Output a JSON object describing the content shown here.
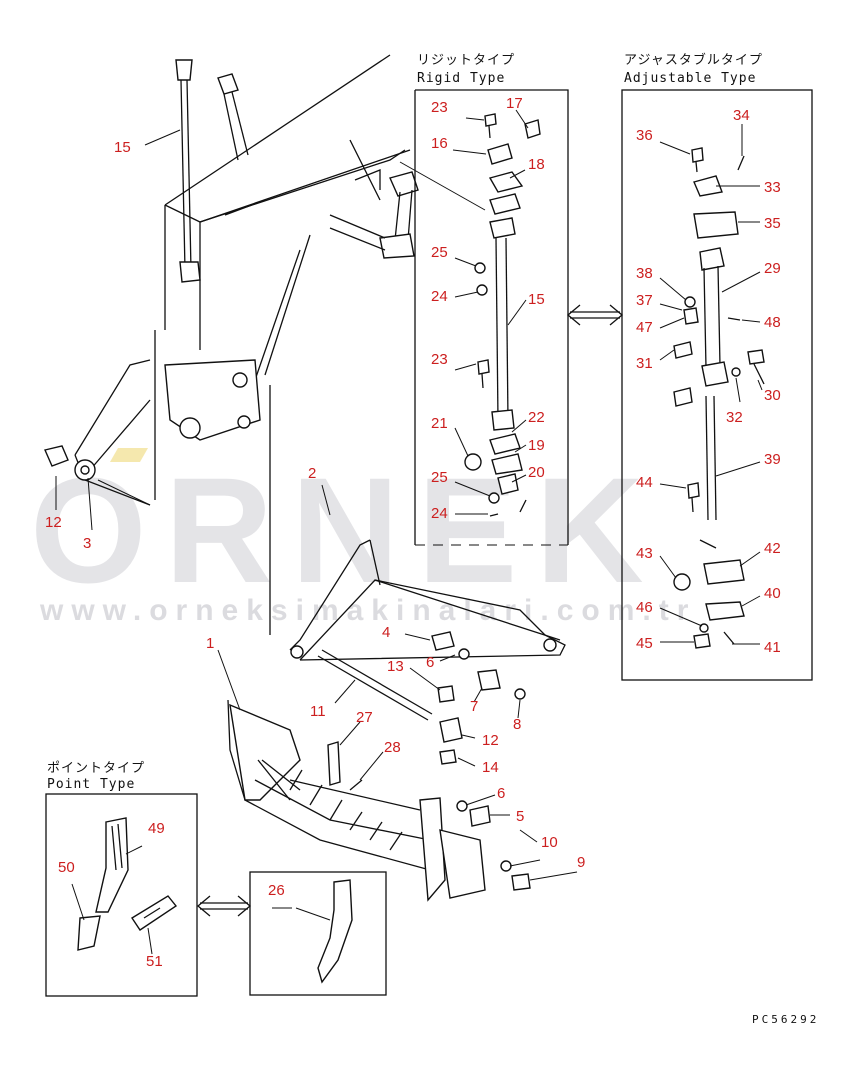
{
  "watermark": {
    "brand": "ORNEK",
    "url": "www.orneksimakinalari.com.tr"
  },
  "panels": {
    "rigid": {
      "title_jp": "リジットタイプ",
      "title_en": "Rigid Type"
    },
    "adjustable": {
      "title_jp": "アジャスタブルタイプ",
      "title_en": "Adjustable Type"
    },
    "point": {
      "title_jp": "ポイントタイプ",
      "title_en": "Point Type"
    }
  },
  "drawing_code": "PC56292",
  "callouts": {
    "main": [
      "15",
      "12",
      "3",
      "2",
      "1",
      "4",
      "6",
      "13",
      "11",
      "7",
      "8",
      "27",
      "12",
      "28",
      "14",
      "6",
      "5",
      "10",
      "9"
    ],
    "rigid": [
      "23",
      "17",
      "16",
      "18",
      "25",
      "24",
      "15",
      "23",
      "21",
      "22",
      "19",
      "25",
      "20",
      "24"
    ],
    "adjustable": [
      "36",
      "34",
      "33",
      "35",
      "38",
      "29",
      "37",
      "47",
      "48",
      "31",
      "32",
      "30",
      "39",
      "44",
      "43",
      "42",
      "46",
      "40",
      "45",
      "41"
    ],
    "point": [
      "49",
      "50",
      "51"
    ],
    "shank": [
      "26"
    ]
  },
  "colors": {
    "callout": "#cc1f1f",
    "line": "#111111",
    "watermark": "#cfcfd4",
    "watermark_accent": "#f2e29a"
  }
}
